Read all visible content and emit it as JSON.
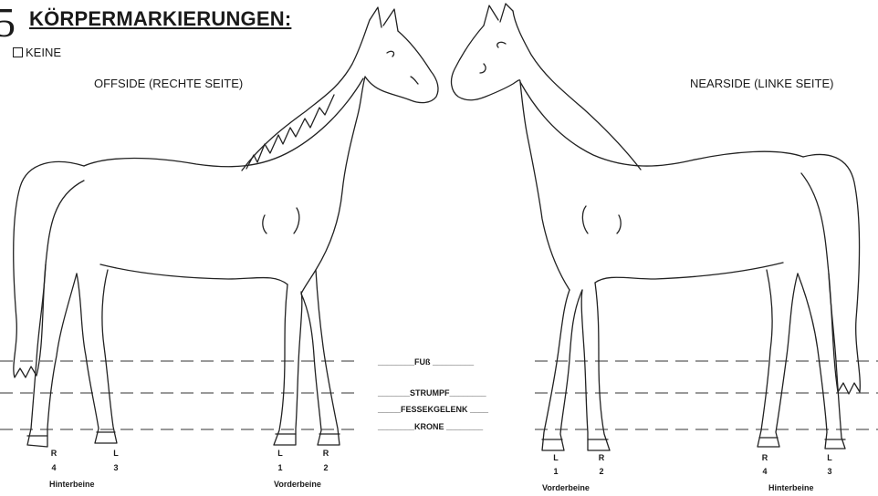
{
  "header": {
    "section_number": "5",
    "title": "KÖRPERMARKIERUNGEN:",
    "none_option": "KEINE"
  },
  "views": {
    "offside": "OFFSIDE (RECHTE SEITE)",
    "nearside": "NEARSIDE (LINKE SEITE)"
  },
  "legend": {
    "fuss": "________FUß _________",
    "strumpf": "_______STRUMPF________",
    "fessel": "_____FESSEKGELENK ____",
    "krone": "________KRONE ________"
  },
  "left_horse": {
    "hind_legs": [
      {
        "letter": "R",
        "num": "4"
      },
      {
        "letter": "L",
        "num": "3"
      }
    ],
    "front_legs": [
      {
        "letter": "L",
        "num": "1"
      },
      {
        "letter": "R",
        "num": "2"
      }
    ],
    "hind_label": "Hinterbeine",
    "front_label": "Vorderbeine"
  },
  "right_horse": {
    "front_legs": [
      {
        "letter": "L",
        "num": "1"
      },
      {
        "letter": "R",
        "num": "2"
      }
    ],
    "hind_legs": [
      {
        "letter": "R",
        "num": "4"
      },
      {
        "letter": "L",
        "num": "3"
      }
    ],
    "front_label": "Vorderbeine",
    "hind_label": "Hinterbeine"
  }
}
